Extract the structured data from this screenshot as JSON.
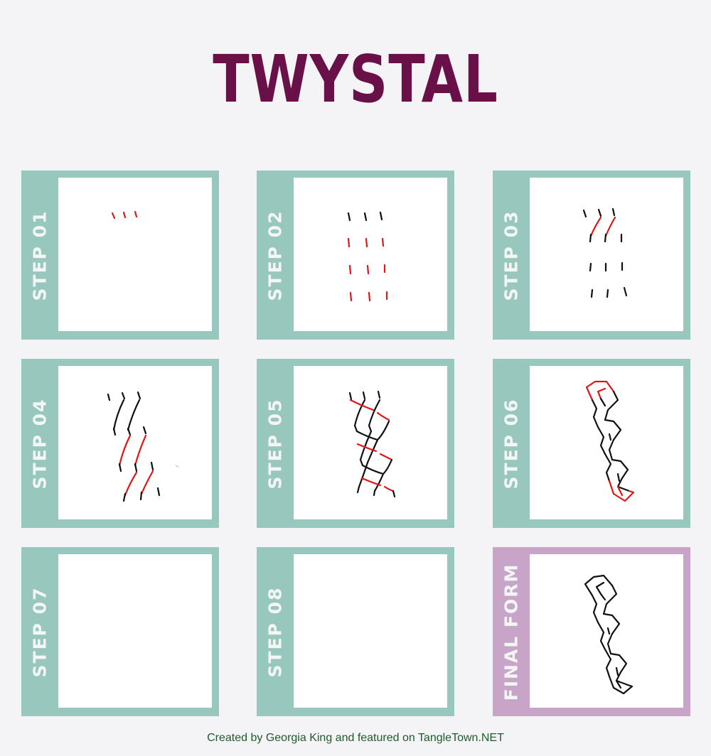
{
  "title": "TWYSTAL",
  "steps": [
    {
      "label": "STEP 01"
    },
    {
      "label": "STEP 02"
    },
    {
      "label": "STEP 03"
    },
    {
      "label": "STEP 04"
    },
    {
      "label": "STEP 05"
    },
    {
      "label": "STEP 06"
    },
    {
      "label": "STEP 07"
    },
    {
      "label": "STEP 08"
    },
    {
      "label": "FINAL FORM"
    }
  ],
  "colors": {
    "title": "#6a1049",
    "step_frame": "#97c7bd",
    "final_frame": "#c7a4c8",
    "stroke_new": "#e01616",
    "stroke_existing": "#111111"
  },
  "credit": "Created by Georgia King and featured on TangleTown.NET"
}
